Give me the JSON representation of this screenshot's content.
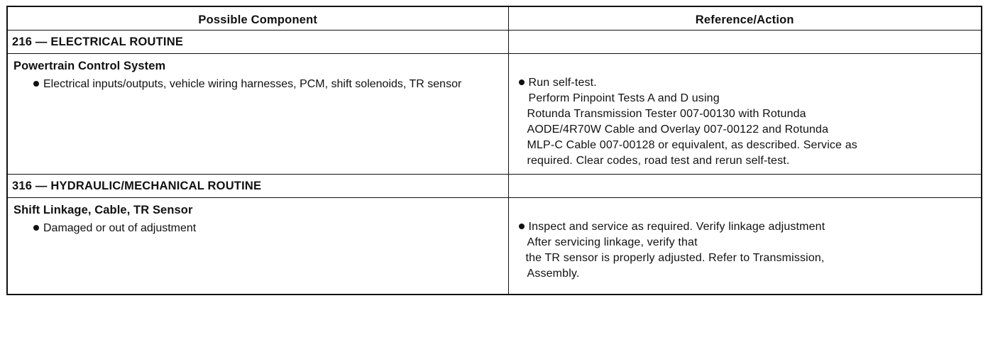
{
  "table": {
    "headers": {
      "component": "Possible Component",
      "action": "Reference/Action"
    },
    "sections": [
      {
        "routine": "216 — ELECTRICAL ROUTINE",
        "component_title": "Powertrain Control System",
        "component_detail": "Electrical inputs/outputs, vehicle wiring harnesses, PCM, shift solenoids, TR sensor",
        "action_lines": [
          "Run self-test.",
          "Perform Pinpoint Tests A and D using",
          "Rotunda Transmission Tester 007-00130 with Rotunda",
          "AODE/4R70W Cable and Overlay 007-00122 and Rotunda",
          "MLP-C Cable 007-00128 or equivalent, as described. Service as",
          "required. Clear codes, road test and rerun self-test."
        ]
      },
      {
        "routine": "316 — HYDRAULIC/MECHANICAL ROUTINE",
        "component_title": "Shift Linkage, Cable, TR Sensor",
        "component_detail": "Damaged or out of adjustment",
        "action_lines": [
          "Inspect and service as required. Verify linkage adjustment",
          "After servicing linkage, verify that",
          "the TR sensor is properly adjusted. Refer to Transmission,",
          "Assembly."
        ]
      }
    ]
  }
}
